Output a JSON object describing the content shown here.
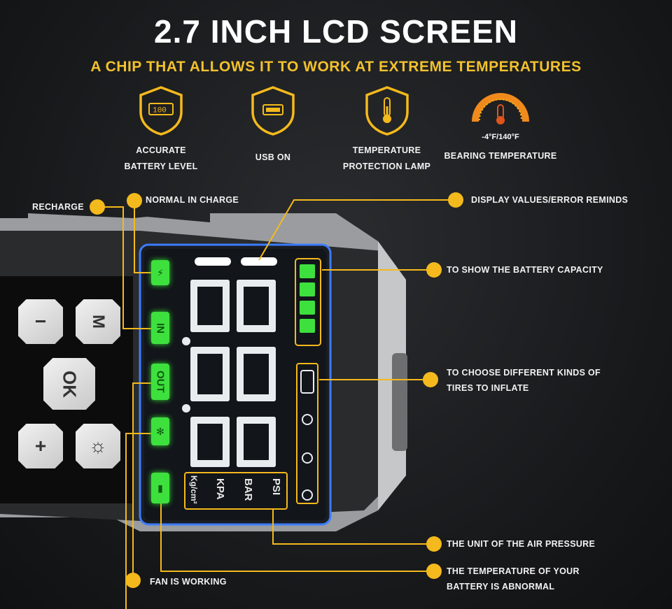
{
  "header": {
    "title": "2.7 INCH LCD SCREEN",
    "subtitle": "A CHIP THAT ALLOWS IT TO WORK AT EXTREME TEMPERATURES"
  },
  "features": [
    {
      "icon": "battery-shield-icon",
      "badge": "100",
      "line1": "ACCURATE",
      "line2": "BATTERY LEVEL"
    },
    {
      "icon": "usb-shield-icon",
      "line1": "USB ON"
    },
    {
      "icon": "thermometer-shield-icon",
      "line1": "TEMPERATURE",
      "line2": "PROTECTION LAMP"
    },
    {
      "icon": "temperature-gauge-icon",
      "range": "-4°F/140°F",
      "line1": "BEARING TEMPERATURE"
    }
  ],
  "callouts": {
    "recharge": "RECHARGE",
    "normal_in_charge": "NORMAL IN CHARGE",
    "display_values": "DISPLAY VALUES/ERROR REMINDS",
    "battery_capacity": "TO SHOW THE BATTERY CAPACITY",
    "tires_line1": "TO CHOOSE DIFFERENT KINDS OF",
    "tires_line2": "TIRES TO INFLATE",
    "unit_pressure": "THE UNIT OF THE AIR PRESSURE",
    "temp_line1": "THE TEMPERATURE OF YOUR",
    "temp_line2": "BATTERY IS ABNORMAL",
    "fan_working": "FAN IS WORKING"
  },
  "buttons": {
    "minus": "−",
    "mode": "M",
    "ok": "OK",
    "plus": "+",
    "light": "☼"
  },
  "indicators": {
    "in": "IN",
    "out": "OUT"
  },
  "units": {
    "psi": "PSI",
    "bar": "BAR",
    "kpa": "KPA",
    "kgcm2": "Kg/cm²"
  },
  "colors": {
    "accent": "#f4b91c",
    "indicator_green": "#3ee03e",
    "screen_blue": "#3c7cff"
  }
}
